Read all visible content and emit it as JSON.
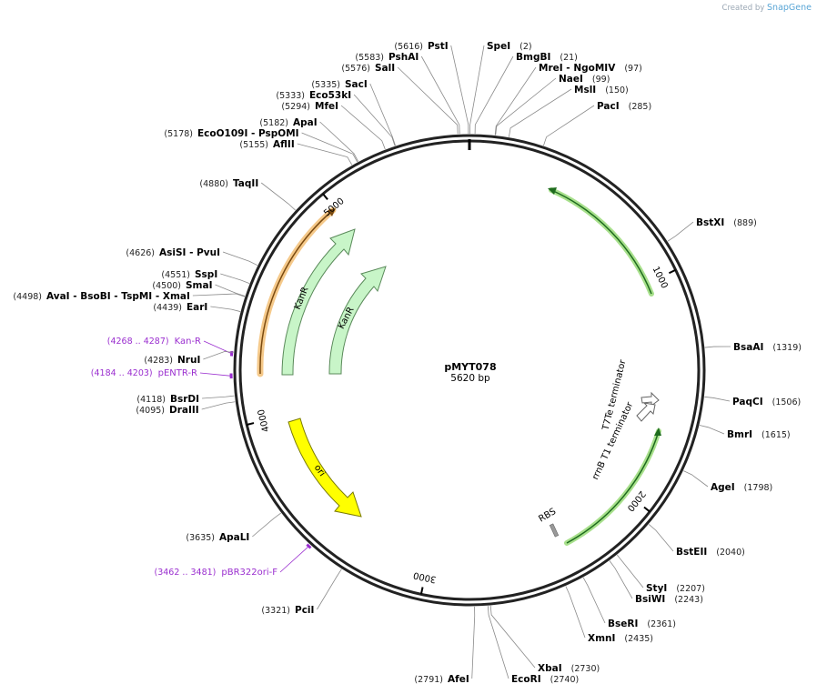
{
  "credit": {
    "created_by": "Created by",
    "brand": "SnapGene"
  },
  "plasmid": {
    "name": "pMYT078",
    "size": "5620 bp",
    "length": 5620
  },
  "ticks": [
    {
      "bp": 1000,
      "label": "1000"
    },
    {
      "bp": 2000,
      "label": "2000"
    },
    {
      "bp": 3000,
      "label": "3000"
    },
    {
      "bp": 4000,
      "label": "4000"
    },
    {
      "bp": 5000,
      "label": "5000"
    }
  ],
  "sites": [
    {
      "name": "PstI",
      "pos": "(5616)",
      "bp": 5616
    },
    {
      "name": "SpeI",
      "pos": "(2)",
      "bp": 2
    },
    {
      "name": "PshAI",
      "pos": "(5583)",
      "bp": 5583
    },
    {
      "name": "BmgBI",
      "pos": "(21)",
      "bp": 21
    },
    {
      "name": "SalI",
      "pos": "(5576)",
      "bp": 5576
    },
    {
      "name": "MreI - NgoMIV",
      "pos": "(97)",
      "bp": 97
    },
    {
      "name": "NaeI",
      "pos": "(99)",
      "bp": 99
    },
    {
      "name": "SacI",
      "pos": "(5335)",
      "bp": 5335
    },
    {
      "name": "MslI",
      "pos": "(150)",
      "bp": 150
    },
    {
      "name": "Eco53kI",
      "pos": "(5333)",
      "bp": 5333
    },
    {
      "name": "PacI",
      "pos": "(285)",
      "bp": 285
    },
    {
      "name": "MfeI",
      "pos": "(5294)",
      "bp": 5294
    },
    {
      "name": "ApaI",
      "pos": "(5182)",
      "bp": 5182
    },
    {
      "name": "EcoO109I - PspOMI",
      "pos": "(5178)",
      "bp": 5178
    },
    {
      "name": "AflII",
      "pos": "(5155)",
      "bp": 5155
    },
    {
      "name": "TaqII",
      "pos": "(4880)",
      "bp": 4880
    },
    {
      "name": "BstXI",
      "pos": "(889)",
      "bp": 889
    },
    {
      "name": "AsiSI - PvuI",
      "pos": "(4626)",
      "bp": 4626
    },
    {
      "name": "SspI",
      "pos": "(4551)",
      "bp": 4551
    },
    {
      "name": "SmaI",
      "pos": "(4500)",
      "bp": 4500
    },
    {
      "name": "AvaI - BsoBI - TspMI - XmaI",
      "pos": "(4498)",
      "bp": 4498
    },
    {
      "name": "EarI",
      "pos": "(4439)",
      "bp": 4439
    },
    {
      "name": "BsaAI",
      "pos": "(1319)",
      "bp": 1319
    },
    {
      "name": "NruI",
      "pos": "(4283)",
      "bp": 4283
    },
    {
      "name": "BsrDI",
      "pos": "(4118)",
      "bp": 4118
    },
    {
      "name": "PaqCI",
      "pos": "(1506)",
      "bp": 1506
    },
    {
      "name": "DraIII",
      "pos": "(4095)",
      "bp": 4095
    },
    {
      "name": "BmrI",
      "pos": "(1615)",
      "bp": 1615
    },
    {
      "name": "AgeI",
      "pos": "(1798)",
      "bp": 1798
    },
    {
      "name": "ApaLI",
      "pos": "(3635)",
      "bp": 3635
    },
    {
      "name": "BstEII",
      "pos": "(2040)",
      "bp": 2040
    },
    {
      "name": "StyI",
      "pos": "(2207)",
      "bp": 2207
    },
    {
      "name": "BsiWI",
      "pos": "(2243)",
      "bp": 2243
    },
    {
      "name": "PciI",
      "pos": "(3321)",
      "bp": 3321
    },
    {
      "name": "BseRI",
      "pos": "(2361)",
      "bp": 2361
    },
    {
      "name": "XmnI",
      "pos": "(2435)",
      "bp": 2435
    },
    {
      "name": "XbaI",
      "pos": "(2730)",
      "bp": 2730
    },
    {
      "name": "AfeI",
      "pos": "(2791)",
      "bp": 2791
    },
    {
      "name": "EcoRI",
      "pos": "(2740)",
      "bp": 2740
    }
  ],
  "primers": [
    {
      "range": "(4268 .. 4287)",
      "name": "Kan-R",
      "bp_start": 4268,
      "bp_end": 4287
    },
    {
      "range": "(4184 .. 4203)",
      "name": "pENTR-R",
      "bp_start": 4184,
      "bp_end": 4203
    },
    {
      "range": "(3462 .. 3481)",
      "name": "pBR322ori-F",
      "bp_start": 3462,
      "bp_end": 3481
    }
  ],
  "features": [
    {
      "label": "KanR",
      "type": "CDS",
      "color": "#c8f5c8"
    },
    {
      "label": "KanR",
      "type": "CDS",
      "color": "#c8f5c8"
    },
    {
      "label": "ori",
      "type": "rep_origin",
      "color": "#ffff00"
    },
    {
      "label": "T7Te terminator",
      "type": "terminator",
      "color": "#ffffff"
    },
    {
      "label": "rrnB T1 terminator",
      "type": "terminator",
      "color": "#ffffff"
    },
    {
      "label": "RBS",
      "type": "RBS",
      "color": "#999999"
    }
  ],
  "colors": {
    "orf_highlight": "#a8e08c",
    "orf_line": "#1e6b1e",
    "orange_highlight": "#f5c98a",
    "primer": "#9a2ecf"
  }
}
